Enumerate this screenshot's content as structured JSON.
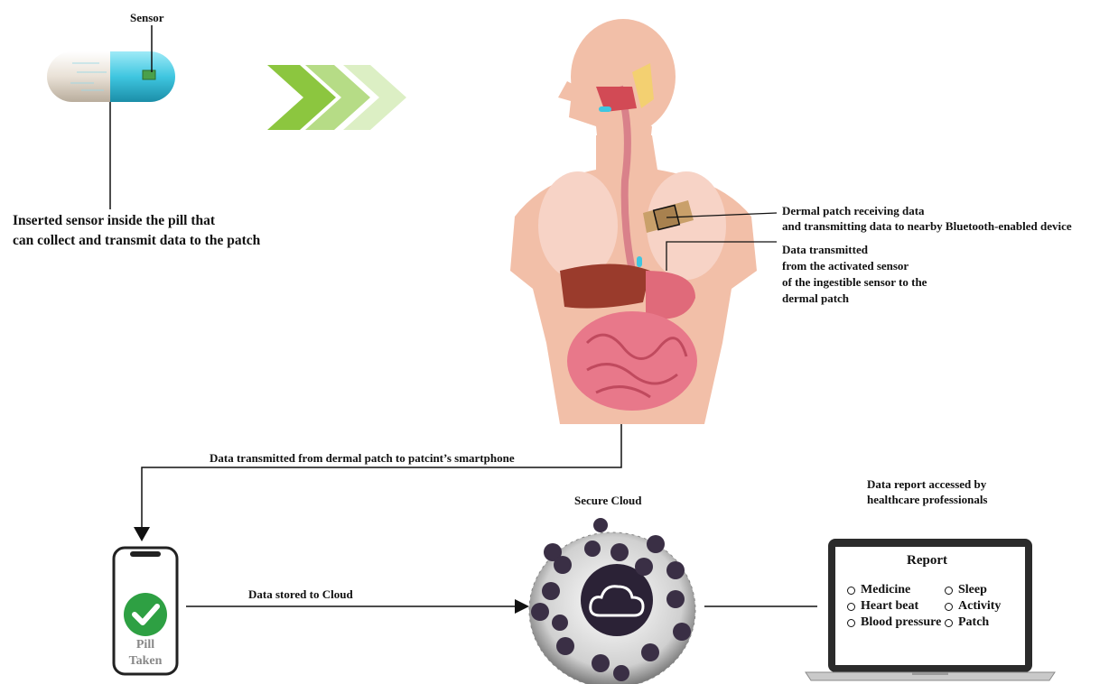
{
  "labels": {
    "sensor": "Sensor",
    "pill_caption_line1": "Inserted sensor inside the pill that",
    "pill_caption_line2": "can collect and transmit data to the patch",
    "patch_line1": "Dermal patch receiving data",
    "patch_line2": "and transmitting data to nearby Bluetooth-enabled device",
    "transmit_line1": "Data transmitted",
    "transmit_line2": "from the activated sensor",
    "transmit_line3": "of the ingestible sensor to the",
    "transmit_line4": "dermal patch",
    "to_phone": "Data transmitted from dermal patch to patcint’s smartphone",
    "secure_cloud": "Secure Cloud",
    "stored_cloud": "Data stored to Cloud",
    "report_access_line1": "Data report accessed by",
    "report_access_line2": "healthcare professionals"
  },
  "phone": {
    "line1": "Pill",
    "line2": "Taken"
  },
  "report": {
    "title": "Report",
    "items_left": [
      "Medicine",
      "Heart beat",
      "Blood pressure"
    ],
    "items_right": [
      "Sleep",
      "Activity",
      "Patch"
    ]
  },
  "colors": {
    "arrow_green": "#8cc63f",
    "check_green": "#2ea043",
    "skin": "#f2bfa8",
    "capsule_cyan": "#3fc6e0"
  },
  "icons": [
    "pill-capsule-icon",
    "chevron-arrows-icon",
    "human-body-icon",
    "dermal-patch-icon",
    "smartphone-icon",
    "check-icon",
    "cloud-icon",
    "laptop-icon"
  ]
}
